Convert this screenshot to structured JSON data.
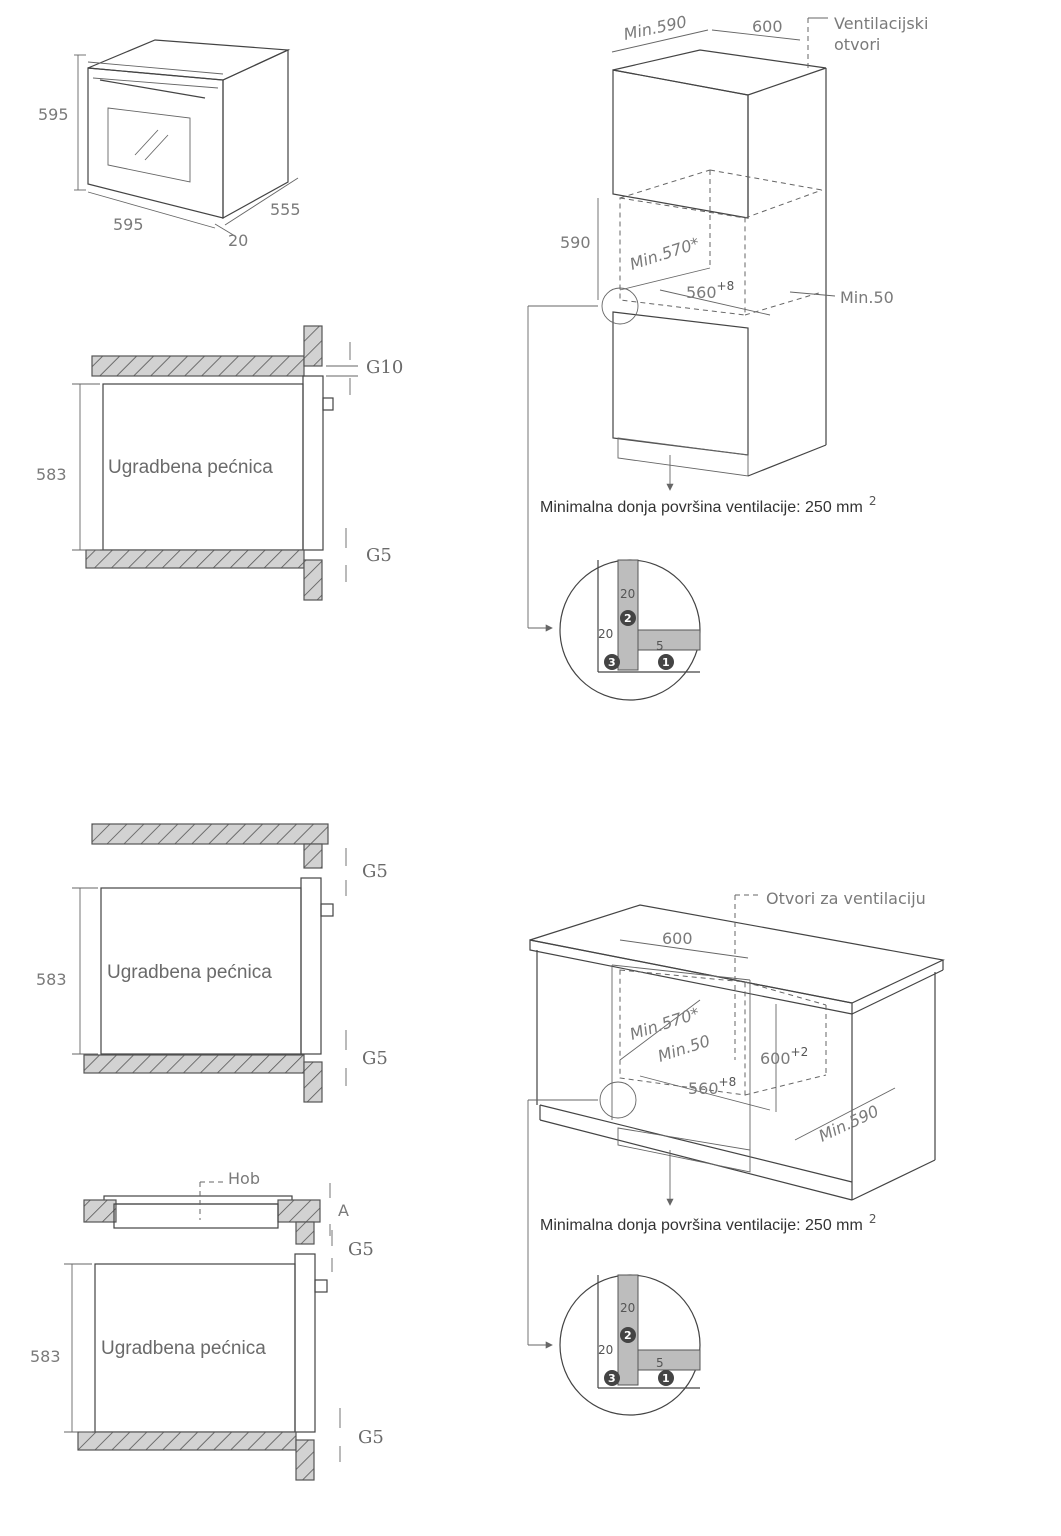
{
  "oven_3d": {
    "height": "595",
    "width": "595",
    "depth": "555",
    "front": "20"
  },
  "column_install": {
    "width_min": "Min.590",
    "depth": "600",
    "vent_label_line1": "Ventilacijski",
    "vent_label_line2": "otvori",
    "niche_height": "590",
    "niche_depth": "Min.570*",
    "niche_width": "560",
    "niche_width_sup": "+8",
    "min_gap": "Min.50",
    "note": "Minimalna donja površina ventilacije: 250 mm",
    "note_sup": "2"
  },
  "section_1": {
    "label": "Ugradbena pećnica",
    "height": "583",
    "gap_top": "G10",
    "gap_bottom": "G5"
  },
  "section_2": {
    "label": "Ugradbena pećnica",
    "height": "583",
    "gap_top": "G5",
    "gap_bottom": "G5"
  },
  "section_3": {
    "label": "Ugradbena pećnica",
    "height": "583",
    "hob_label": "Hob",
    "hob_gap": "A",
    "gap_top": "G5",
    "gap_bottom": "G5"
  },
  "counter_install": {
    "vent_label": "Otvori za ventilaciju",
    "width": "600",
    "niche_depth": "Min.570*",
    "min_gap": "Min.50",
    "niche_height": "600",
    "niche_height_sup": "+2",
    "niche_width": "560",
    "niche_width_sup": "+8",
    "depth_min": "Min.590",
    "note": "Minimalna donja površina ventilacije: 250 mm",
    "note_sup": "2"
  },
  "detail": {
    "v1": "20",
    "v2": "20",
    "v3": "5",
    "marker_1": "1",
    "marker_2": "2",
    "marker_3": "3"
  }
}
